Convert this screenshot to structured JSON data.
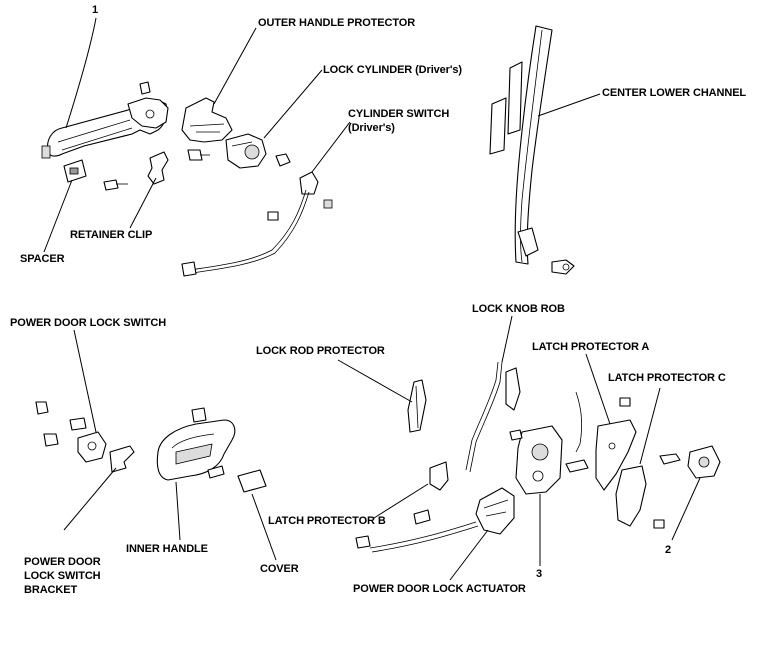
{
  "labels": {
    "num1": "1",
    "num2": "2",
    "num3": "3",
    "outer_handle_protector": "OUTER HANDLE PROTECTOR",
    "lock_cylinder": "LOCK CYLINDER (Driver's)",
    "cylinder_switch_1": "CYLINDER SWITCH",
    "cylinder_switch_2": "(Driver's)",
    "center_lower_channel": "CENTER LOWER CHANNEL",
    "retainer_clip": "RETAINER CLIP",
    "spacer": "SPACER",
    "power_door_lock_switch": "POWER DOOR LOCK SWITCH",
    "lock_rod_protector": "LOCK ROD PROTECTOR",
    "lock_knob_rob": "LOCK KNOB ROB",
    "latch_protector_a": "LATCH PROTECTOR A",
    "latch_protector_c": "LATCH PROTECTOR C",
    "latch_protector_b": "LATCH PROTECTOR B",
    "inner_handle": "INNER HANDLE",
    "cover": "COVER",
    "pdl_switch_bracket_1": "POWER DOOR",
    "pdl_switch_bracket_2": "LOCK SWITCH",
    "pdl_switch_bracket_3": "BRACKET",
    "power_door_lock_actuator": "POWER DOOR LOCK ACTUATOR"
  }
}
